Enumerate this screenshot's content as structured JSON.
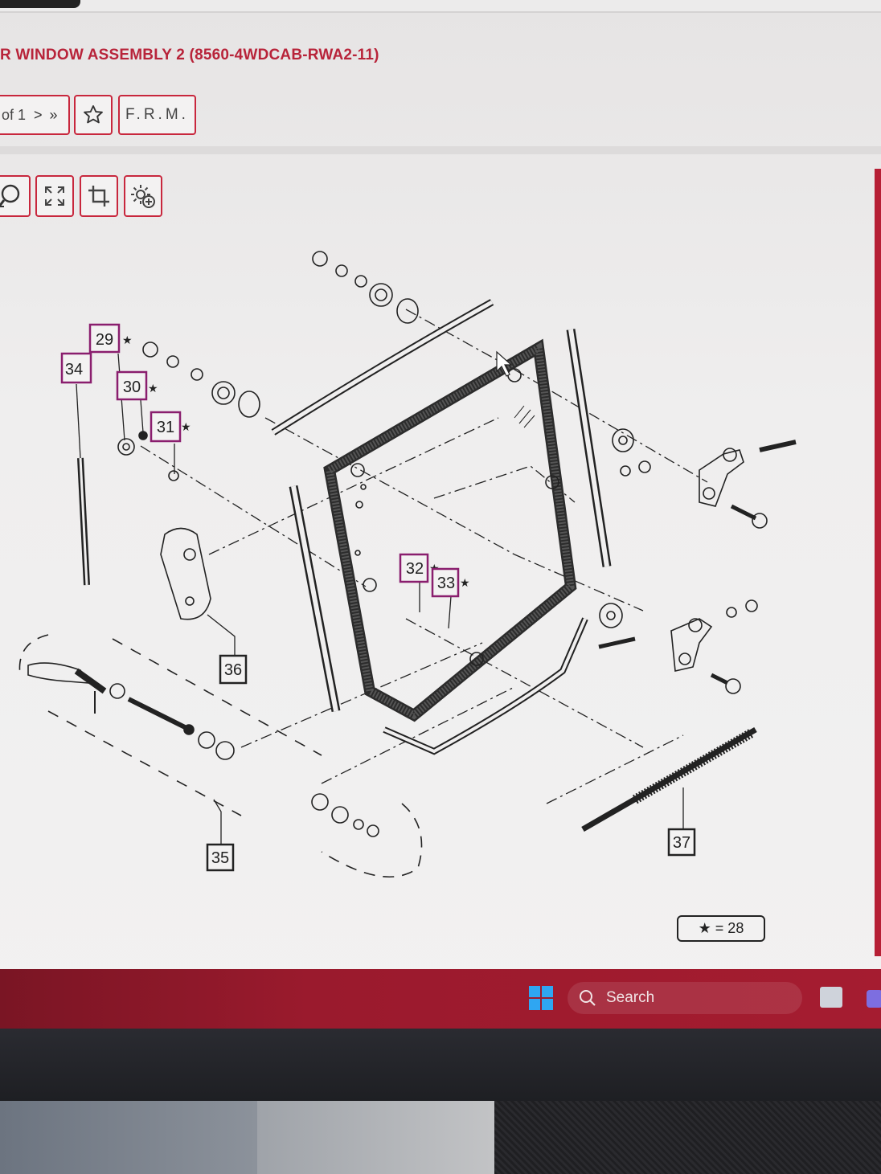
{
  "header": {
    "title": "R WINDOW ASSEMBLY 2 (8560-4WDCAB-RWA2-11)"
  },
  "toolbar": {
    "pager_text": "of 1",
    "pager_arrows": "> »",
    "favorite_icon": "star-icon",
    "frm_label": "F.R.M."
  },
  "tools": [
    {
      "icon": "zoom-in-icon"
    },
    {
      "icon": "fit-screen-icon"
    },
    {
      "icon": "crop-icon"
    },
    {
      "icon": "settings-add-icon"
    }
  ],
  "callouts": [
    {
      "label": "29",
      "starred": true
    },
    {
      "label": "34",
      "starred": false
    },
    {
      "label": "30",
      "starred": true
    },
    {
      "label": "31",
      "starred": true
    },
    {
      "label": "32",
      "starred": true
    },
    {
      "label": "33",
      "starred": true
    },
    {
      "label": "36",
      "starred": false
    },
    {
      "label": "35",
      "starred": false
    },
    {
      "label": "37",
      "starred": false
    }
  ],
  "legend": {
    "text": "★ = 28"
  },
  "taskbar": {
    "search_label": "Search"
  },
  "colors": {
    "accent": "#c8273d",
    "callout_starred": "#8a1e6e",
    "callout_plain": "#222222",
    "taskbar": "#9a1a2d"
  }
}
